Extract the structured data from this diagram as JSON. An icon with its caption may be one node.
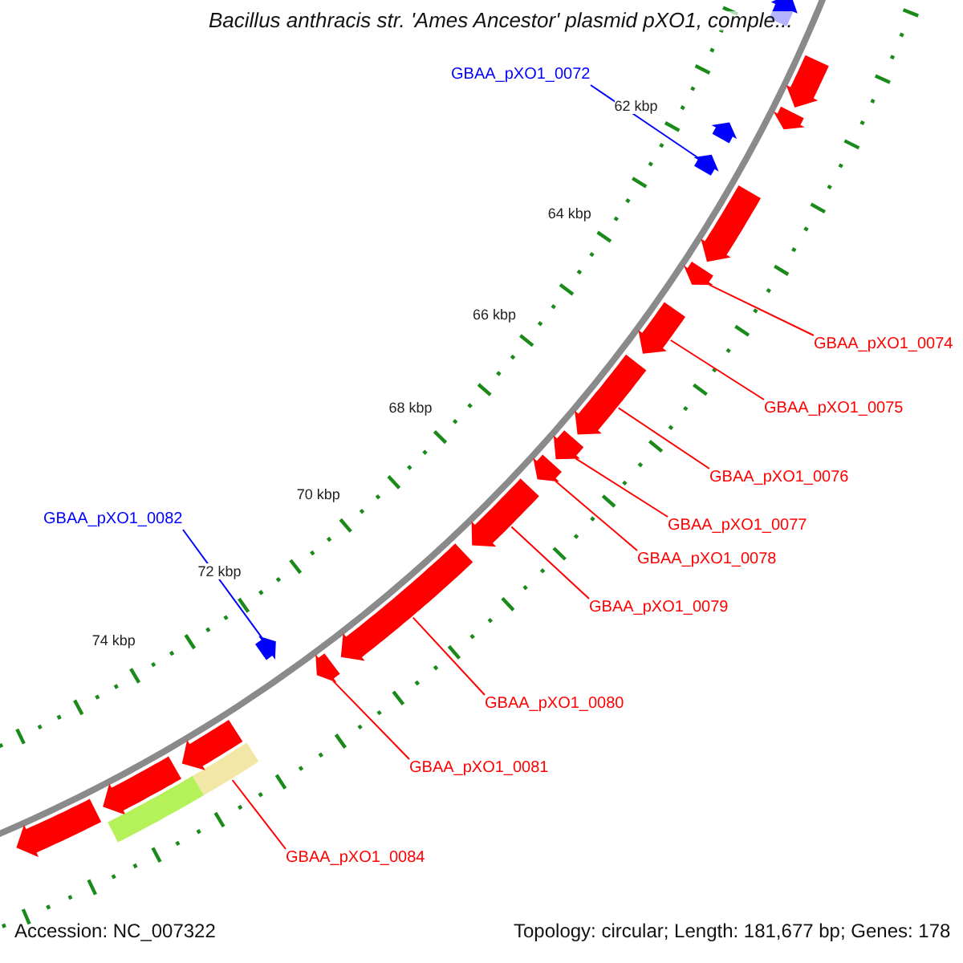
{
  "diagram": {
    "title": "Bacillus anthracis str. 'Ames Ancestor' plasmid pXO1, comple...",
    "nodes": [
      {
        "text": [
          "GBAA_pXO1_0072"
        ]
      },
      {
        "text": [],
        "shape": "arrow"
      },
      {
        "text": [
          "GBAA_pXO1_0074"
        ]
      },
      {
        "text": [],
        "shape": "arrow"
      },
      {
        "text": [
          "GBAA_pXO1_0075"
        ]
      },
      {
        "text": [],
        "shape": "arrow"
      },
      {
        "text": [
          "GBAA_pXO1_0076"
        ]
      },
      {
        "text": [],
        "shape": "arrow"
      },
      {
        "text": [
          "GBAA_pXO1_0077"
        ]
      },
      {
        "text": [],
        "shape": "arrow"
      },
      {
        "text": [
          "GBAA_pXO1_0078"
        ]
      },
      {
        "text": [],
        "shape": "arrow"
      },
      {
        "text": [
          "GBAA_pXO1_0079"
        ]
      },
      {
        "text": [],
        "shape": "arrow"
      },
      {
        "text": [
          "GBAA_pXO1_0082"
        ]
      },
      {
        "text": [],
        "shape": "arrow"
      },
      {
        "text": [
          "GBAA_pXO1_0080"
        ]
      },
      {
        "text": [],
        "shape": "arrow"
      },
      {
        "text": [
          "GBAA_pXO1_0081"
        ]
      },
      {
        "text": [],
        "shape": "arrow"
      },
      {
        "text": [
          "GBAA_pXO1_0084"
        ]
      },
      {
        "text": [],
        "shape": "bar"
      },
      {
        "text": [],
        "shape": "arrow"
      },
      {
        "text": [],
        "shape": "arrow"
      },
      {
        "text": [],
        "shape": "arrow"
      },
      {
        "text": [],
        "shape": "arrow"
      },
      {
        "text": [],
        "shape": "arrow"
      },
      {
        "text": [],
        "shape": "arrow"
      },
      {
        "text": [],
        "shape": "arrow"
      },
      {
        "text": [],
        "shape": "arrow"
      },
      {
        "text": [],
        "shape": "bar"
      }
    ],
    "edges": [
      {
        "from": 0,
        "to": 1,
        "arrow": "none",
        "color": "#0000ff"
      },
      {
        "from": 2,
        "to": 3,
        "arrow": "none"
      },
      {
        "from": 4,
        "to": 5,
        "arrow": "none"
      },
      {
        "from": 6,
        "to": 7,
        "arrow": "none"
      },
      {
        "from": 8,
        "to": 9,
        "arrow": "none"
      },
      {
        "from": 10,
        "to": 11,
        "arrow": "none"
      },
      {
        "from": 12,
        "to": 13,
        "arrow": "none"
      },
      {
        "from": 14,
        "to": 15,
        "arrow": "none",
        "color": "#0000ff"
      },
      {
        "from": 16,
        "to": 17,
        "arrow": "none"
      },
      {
        "from": 18,
        "to": 19,
        "arrow": "none"
      },
      {
        "from": 20,
        "to": 21,
        "arrow": "none"
      }
    ],
    "labels": [
      "62 kbp",
      "64 kbp",
      "66 kbp",
      "68 kbp",
      "70 kbp",
      "72 kbp",
      "74 kbp",
      "Accession: NC_007322",
      "Topology: circular; Length: 181,677 bp; Genes: 178"
    ]
  }
}
